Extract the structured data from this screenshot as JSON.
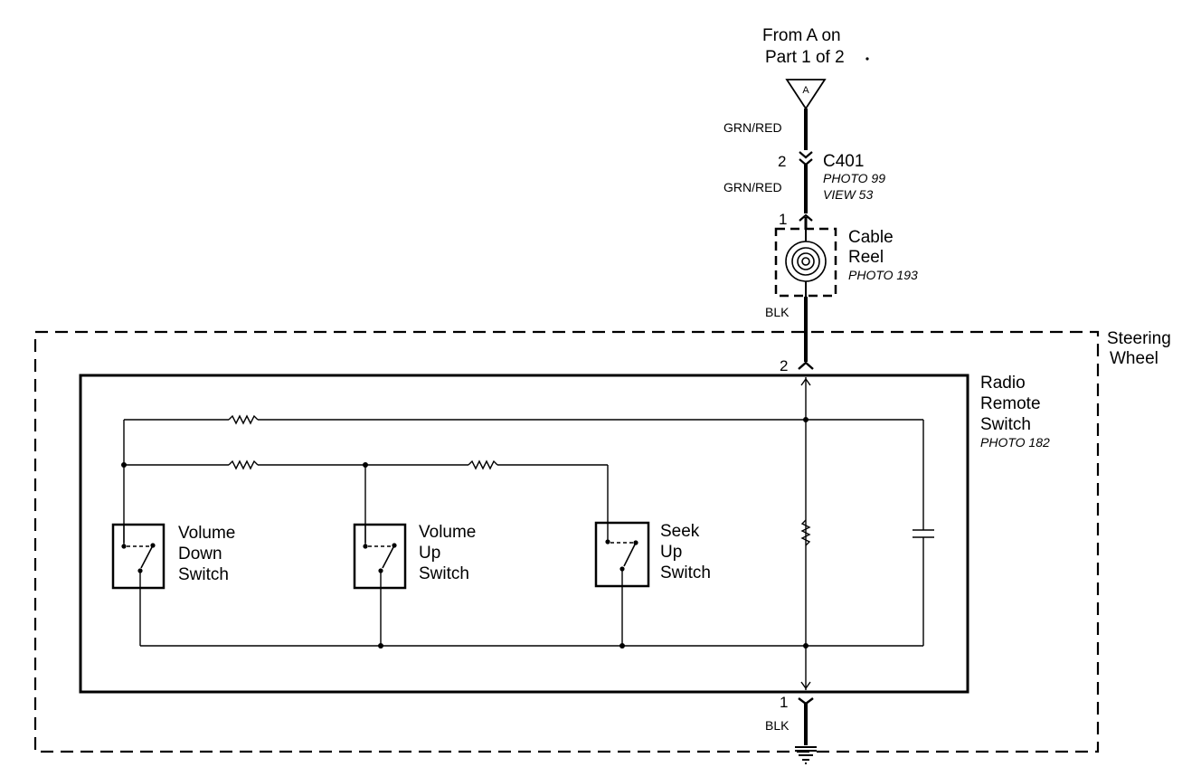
{
  "source": {
    "line1": "From A on",
    "line2": "Part 1 of 2",
    "marker": "A"
  },
  "wires": {
    "upper_color": "GRN/RED",
    "lower_color": "GRN/RED",
    "reel_out_color": "BLK",
    "ground_color": "BLK"
  },
  "connector_c401": {
    "name": "C401",
    "pin": "2",
    "photo": "PHOTO 99",
    "view": "VIEW 53"
  },
  "cable_reel": {
    "pin_in": "1",
    "line1": "Cable",
    "line2": "Reel",
    "photo": "PHOTO 193"
  },
  "steering_wheel": {
    "line1": "Steering",
    "line2": "Wheel"
  },
  "radio_remote_switch": {
    "pin_top": "2",
    "pin_bottom": "1",
    "line1": "Radio",
    "line2": "Remote",
    "line3": "Switch",
    "photo": "PHOTO 182"
  },
  "switches": [
    {
      "line1": "Volume",
      "line2": "Down",
      "line3": "Switch"
    },
    {
      "line1": "Volume",
      "line2": "Up",
      "line3": "Switch"
    },
    {
      "line1": "Seek",
      "line2": "Up",
      "line3": "Switch"
    }
  ]
}
